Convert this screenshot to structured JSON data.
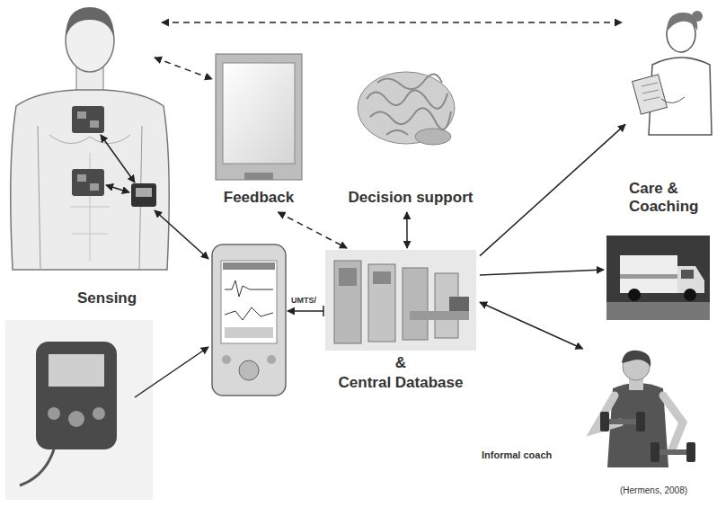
{
  "diagram": {
    "nodes": [
      {
        "text": [
          "Feedback"
        ]
      },
      {
        "text": [
          "Decision support"
        ]
      },
      {
        "text": [
          "Care & Coaching"
        ]
      },
      {
        "text": [
          "Sensing"
        ]
      },
      {
        "text": [
          "&",
          "Central Database"
        ]
      },
      {
        "text": [
          "Informal coach"
        ]
      }
    ],
    "edges": [
      {
        "from": 0,
        "to": 4,
        "arrow": "both"
      },
      {
        "from": 1,
        "to": 4,
        "arrow": "both"
      },
      {
        "from": 4,
        "to": 2,
        "arrow": "to"
      },
      {
        "from": 4,
        "to": 5,
        "arrow": "both"
      }
    ],
    "labels": [
      "UMTS/",
      "(Hermens, 2008)"
    ]
  }
}
